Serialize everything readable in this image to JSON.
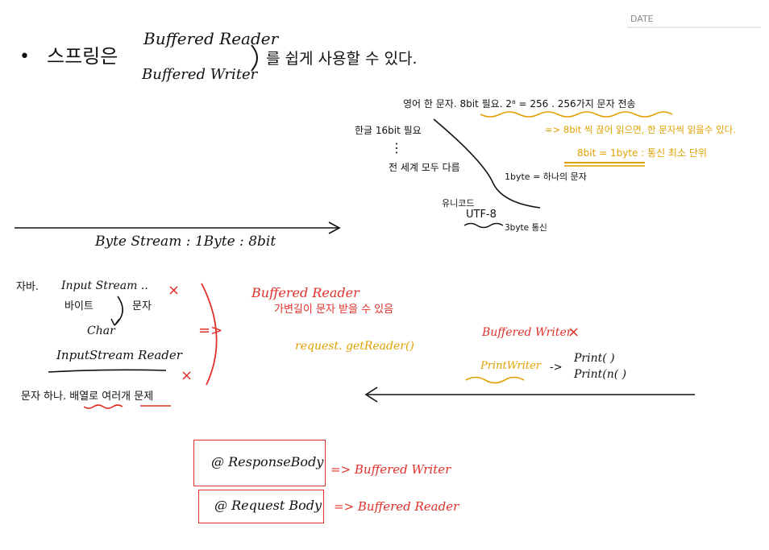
{
  "header": {
    "date_label": "DATE"
  },
  "title": {
    "bullet": "•",
    "prefix": "스프링은",
    "line1": "Buffered Reader",
    "line2": "Buffered Writer",
    "suffix": "를 쉽게 사용할 수 있다."
  },
  "encoding": {
    "english": "영어 한 문자. 8bit 필요. 2⁸ = 256 . 256가지 문자 전송",
    "arrow_note": "=> 8bit 씩 끊어 읽으면, 한 문자씩 읽을수 있다.",
    "byte_note": "8bit = 1byte : 통신 최소 단위",
    "korean": "한글 16bit 필요",
    "dots": "⋮",
    "world": "전 세계 모두 다름",
    "byte_char": "1byte = 하나의 문자",
    "unicode": "유니코드",
    "utf8": "UTF-8",
    "utf8_bytes": "3byte 통신"
  },
  "byte_stream": {
    "label": "Byte Stream : 1Byte : 8bit"
  },
  "java": {
    "java_label": "자바.",
    "input_stream": "Input Stream ..",
    "x_mark_1": "×",
    "byte_label": "바이트",
    "char_label": "문자",
    "char_en": "Char",
    "reader": "InputStream Reader",
    "x_mark_2": "×",
    "problem": "문자 하나. 배열로 여러개 문제",
    "implies": "=>"
  },
  "buffered_reader": {
    "title": "Buffered Reader",
    "desc": "가변길이 문자 받을 수 있음",
    "request_call": "request. getReader()"
  },
  "buffered_writer": {
    "title": "Buffered Writer",
    "x_mark": "×",
    "print_writer": "PrintWriter",
    "arrow": "->",
    "print1": "Print( )",
    "print2": "Print(n( )"
  },
  "annotations": {
    "response_body": "@ ResponseBody",
    "response_arrow": "=> Buffered Writer",
    "request_body": "@ Request Body",
    "request_arrow": "=> Buffered Reader"
  }
}
